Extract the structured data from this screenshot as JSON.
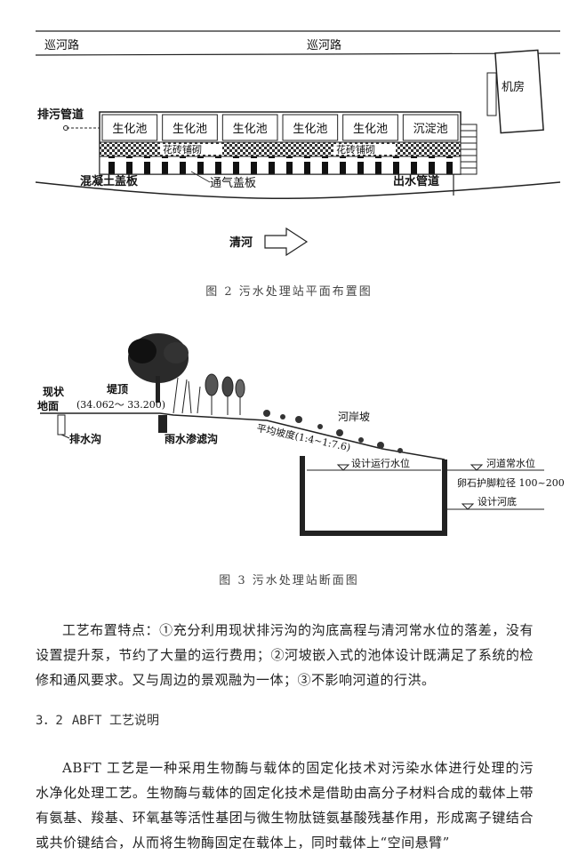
{
  "figure2": {
    "road_left": "巡河路",
    "road_right": "巡河路",
    "machine_room": "机房",
    "sewage_pipe": "排污管道",
    "tanks": [
      "生化池",
      "生化池",
      "生化池",
      "生化池",
      "生化池",
      "沉淀池"
    ],
    "brick_left": "花砖铺砌",
    "brick_right": "花砖铺砌",
    "concrete_cover": "混凝土盖板",
    "vent_cover": "通气盖板",
    "outlet_pipe": "出水管道",
    "river": "清河",
    "caption": "图 2  污水处理站平面布置图"
  },
  "figure3": {
    "ground_line1": "现状",
    "ground_line2": "地面",
    "dyke_top": "堤顶",
    "elevation": "(34.062～ 33.200)",
    "drain_ditch": "排水沟",
    "rain_filter": "雨水渗滤沟",
    "slope": "平均坡度(1:4~1:7.6)",
    "bank_slope": "河岸坡",
    "design_level": "设计运行水位",
    "river_normal": "河道常水位",
    "riprap": "卵石护脚粒径 100~200",
    "design_bed": "设计河底",
    "caption": "图 3  污水处理站断面图"
  },
  "text": {
    "para1": "工艺布置特点：①充分利用现状排污沟的沟底高程与清河常水位的落差，没有设置提升泵，节约了大量的运行费用；②河坡嵌入式的池体设计既满足了系统的检修和通风要求。又与周边的景观融为一体；③不影响河道的行洪。",
    "heading_num": "3．2",
    "heading_text": "ABFT 工艺说明",
    "para2": "ABFT 工艺是一种采用生物酶与载体的固定化技术对污染水体进行处理的污水净化处理工艺。生物酶与载体的固定化技术是借助由高分子材料合成的载体上带有氨基、羧基、环氧基等活性基团与微生物肽链氨基酸残基作用，形成离子键结合或共价键结合，从而将生物酶固定在载体上，同时载体上“空间悬臂”"
  }
}
